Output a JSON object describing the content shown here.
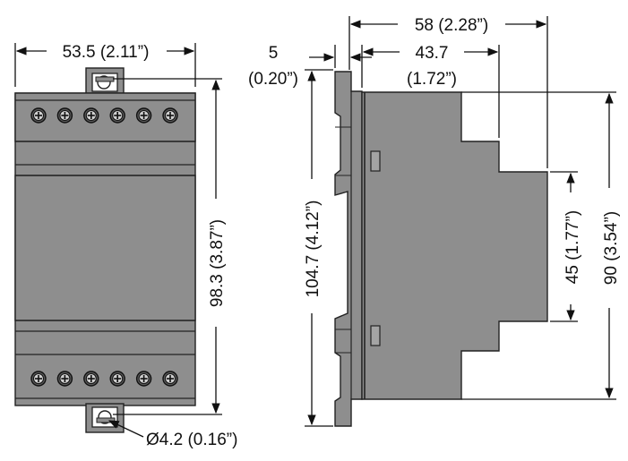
{
  "front_view": {
    "width_label": "53.5 (2.11”)",
    "height_label": "98.3 (3.87”)",
    "hole_label": "Ø4.2 (0.16”)",
    "terminal_count_top": 6,
    "terminal_count_bottom": 6
  },
  "side_view": {
    "depth_label": "58 (2.28”)",
    "body_depth_label": "43.7",
    "body_depth_label_in": "(1.72”)",
    "clip_label": "5",
    "clip_label_in": "(0.20”)",
    "total_height_label": "104.7 (4.12”)",
    "body_height_label": "90 (3.54”)",
    "front_height_label": "45 (1.77”)"
  },
  "colors": {
    "body": "#8e8e8e",
    "body_dark": "#6f6f6f",
    "line": "#111111"
  }
}
